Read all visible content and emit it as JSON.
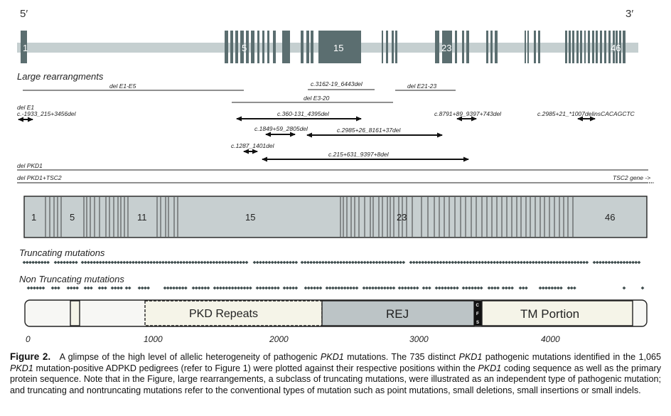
{
  "gene": {
    "end5": "5′",
    "end3": "3′",
    "exon_labels": [
      "1",
      "5",
      "15",
      "23",
      "46"
    ]
  },
  "rearrangements": {
    "heading": "Large rearrangments",
    "labels": {
      "delE1E5": "del E1-E5",
      "c3162": "c.3162-19_6443del",
      "delE21_23": "del E21-23",
      "delE3_20": "del E3-20",
      "delE1": "del E1",
      "c1933": "c.-1933_215+3456del",
      "c360": "c.360-131_4395del",
      "c8791": "c.8791+89_9397+743del",
      "c2985_21": "c.2985+21_*1007delinsCACAGCTC",
      "c1849": "c.1849+59_2805del",
      "c2985_26": "c.2985+26_8161+37del",
      "c1287": "c.1287_1401del",
      "c215": "c.215+631_9397+8del",
      "delPKD1": "del PKD1",
      "delPKD1TSC2": "del PKD1+TSC2",
      "tsc2": "TSC2 gene ->"
    }
  },
  "cdna_labels": [
    "1",
    "5",
    "11",
    "15",
    "23",
    "46"
  ],
  "mutations": {
    "truncating": "Truncating mutations",
    "nontruncating": "Non Truncating mutations"
  },
  "protein": {
    "domains": {
      "pkd": "PKD Repeats",
      "rej": "REJ",
      "cfs": [
        "C",
        "F",
        "S"
      ],
      "tm": "TM Portion"
    },
    "ticks": [
      "0",
      "1000",
      "2000",
      "3000",
      "4000"
    ]
  },
  "colors": {
    "exon": "#5b6e70",
    "backbone": "#c5cfd0",
    "cdna_fill": "#c7cfd0",
    "rej_fill": "#bcc4c6",
    "pkd_fill": "#f5f4e8",
    "tm_fill": "#f5f4e8",
    "mutation": "#3d4b4c"
  },
  "caption": {
    "label": "Figure 2.",
    "s1": "A glimpse of the high level of allelic heterogeneity of pathogenic",
    "g1": "PKD1",
    "s2": "mutations. The 735 distinct",
    "g2": "PKD1",
    "s3": "pathogenic mutations identified in the 1,065",
    "g3": "PKD1",
    "s4": "mutation-positive ADPKD pedigrees (refer to Figure 1) were plotted against their respective positions within the",
    "g4": "PKD1",
    "s5": "coding sequence as well as the primary protein sequence. Note that in the Figure, large rearrangements, a subclass of truncating mutations, were illustrated as an independent type of pathogenic mutation; and truncating and nontruncating mutations refer to the conventional types of mutation such as point mutations, small deletions, small insertions or small indels."
  }
}
